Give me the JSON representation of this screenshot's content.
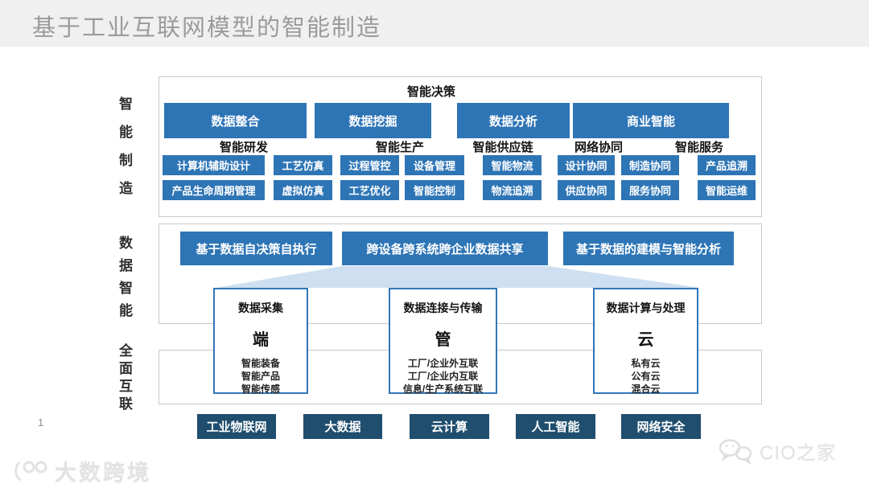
{
  "slide": {
    "title": "基于工业互联网模型的智能制造",
    "page_number": "1"
  },
  "side_labels": [
    "智能制造",
    "数据智能",
    "全面互联"
  ],
  "top_section": {
    "header": "智能决策",
    "big_boxes": [
      "数据整合",
      "数据挖掘",
      "数据分析",
      "商业智能"
    ],
    "categories": [
      "智能研发",
      "智能生产",
      "智能供应链",
      "网络协同",
      "智能服务"
    ],
    "row1": [
      "计算机辅助设计",
      "工艺仿真",
      "过程管控",
      "设备管理",
      "智能物流",
      "设计协同",
      "制造协同",
      "产品追溯"
    ],
    "row2": [
      "产品生命周期管理",
      "虚拟仿真",
      "工艺优化",
      "智能控制",
      "物流追溯",
      "供应协同",
      "服务协同",
      "智能运维"
    ]
  },
  "middle_section": {
    "boxes": [
      "基于数据自决策自执行",
      "跨设备跨系统跨企业数据共享",
      "基于数据的建模与智能分析"
    ]
  },
  "pillars": [
    {
      "header": "数据采集",
      "core": "端",
      "items": [
        "智能装备",
        "智能产品",
        "智能传感"
      ]
    },
    {
      "header": "数据连接与传输",
      "core": "管",
      "items": [
        "工厂/企业外互联",
        "工厂/企业内互联",
        "信息/生产系统互联"
      ]
    },
    {
      "header": "数据计算与处理",
      "core": "云",
      "items": [
        "私有云",
        "公有云",
        "混合云"
      ]
    }
  ],
  "bottom_boxes": [
    "工业物联网",
    "大数据",
    "云计算",
    "人工智能",
    "网络安全"
  ],
  "watermarks": {
    "left": "大数跨境",
    "right": "CIO之家"
  },
  "colors": {
    "box_blue": "#2e75b6",
    "box_navy": "#1f4e6e",
    "funnel_blue": "#c9dbef",
    "title_gray": "#9b9b9b",
    "frame_border": "#c9c9c9"
  }
}
